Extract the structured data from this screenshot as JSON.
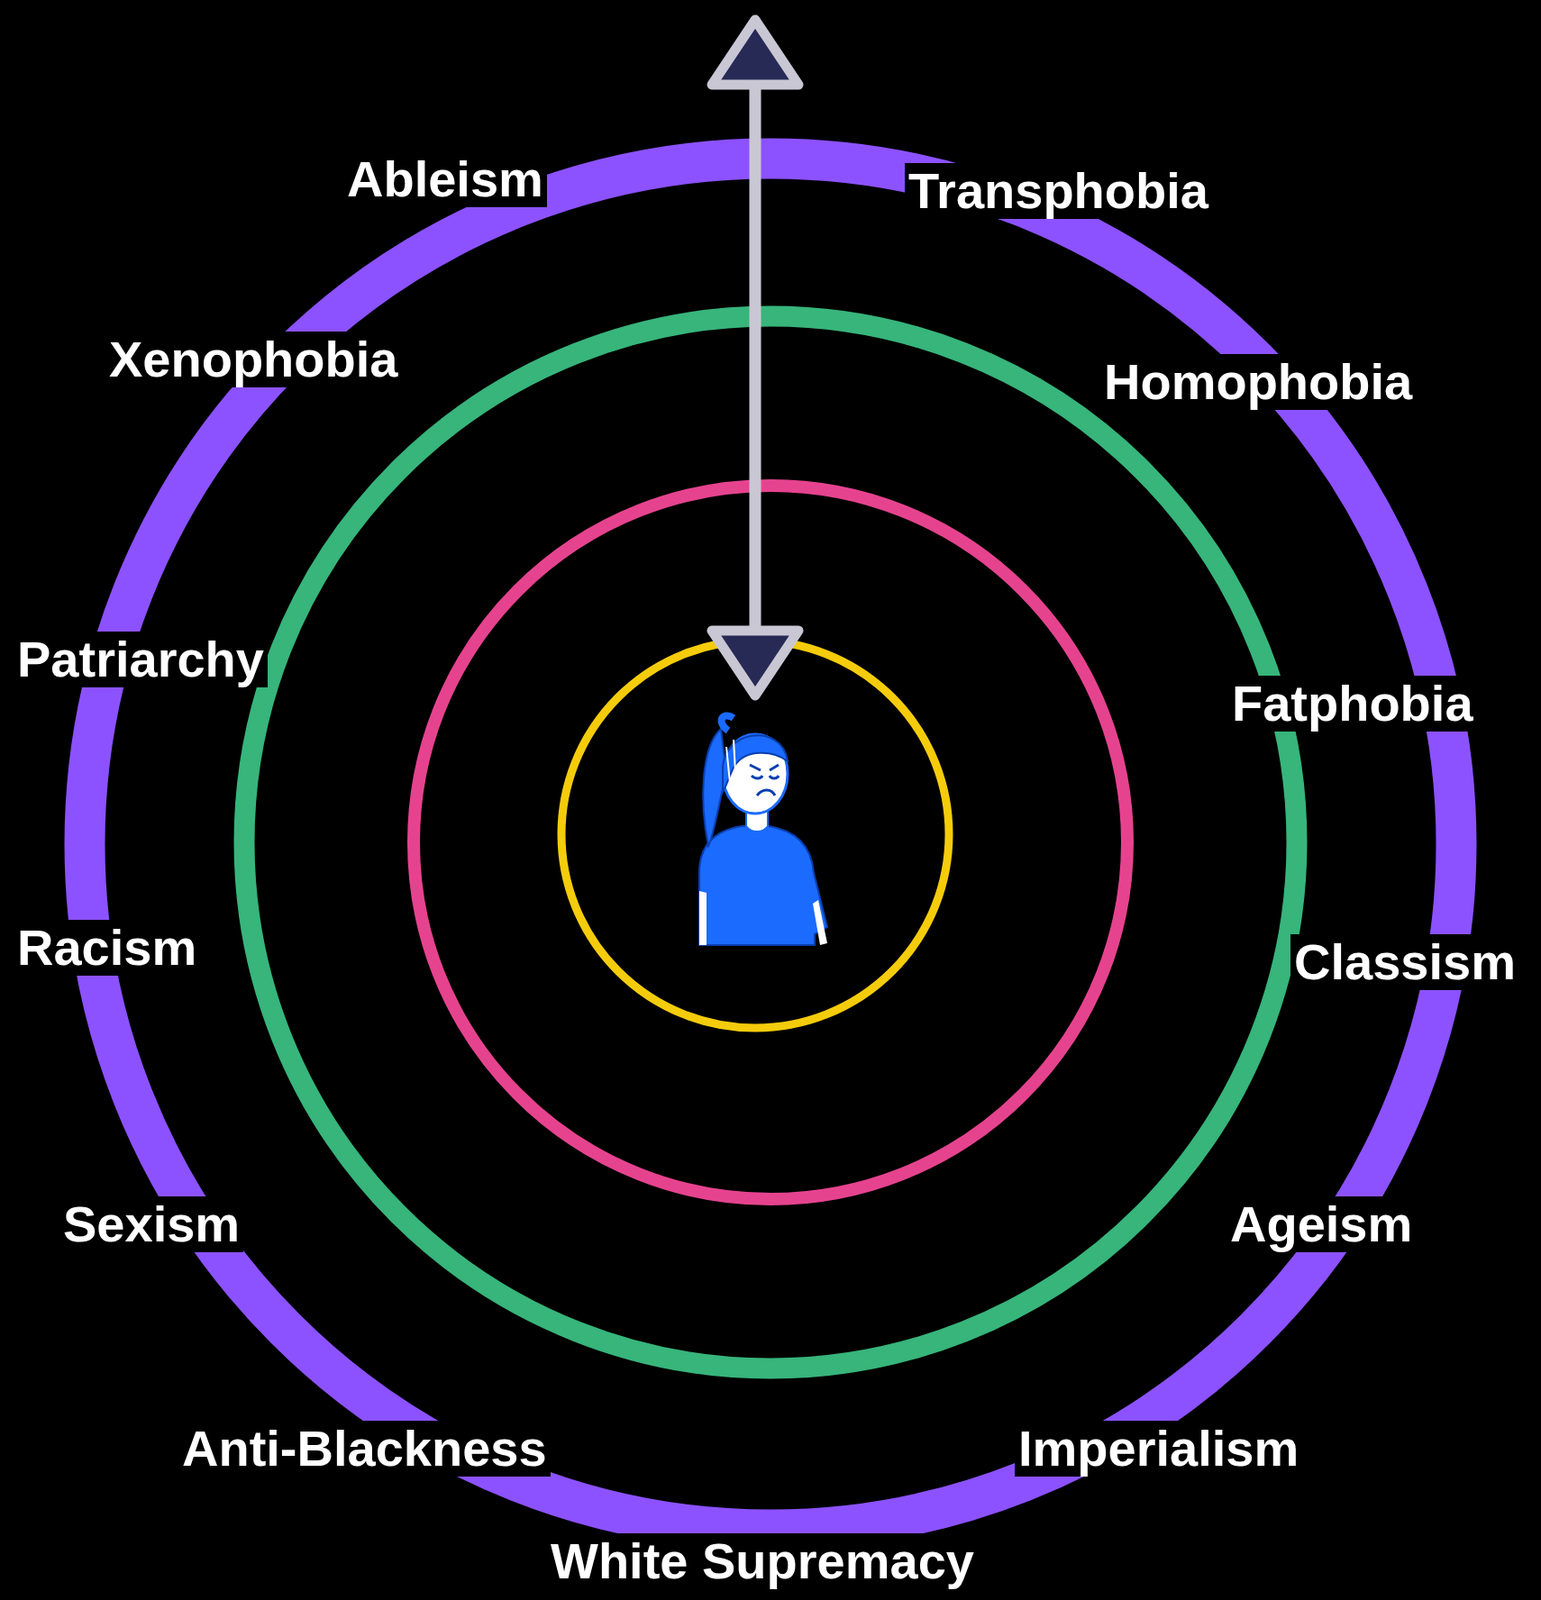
{
  "diagram": {
    "labels": [
      "Ableism",
      "Transphobia",
      "Xenophobia",
      "Homophobia",
      "Patriarchy",
      "Fatphobia",
      "Racism",
      "Classism",
      "Sexism",
      "Ageism",
      "Anti-Blackness",
      "Imperialism",
      "White Supremacy"
    ]
  }
}
